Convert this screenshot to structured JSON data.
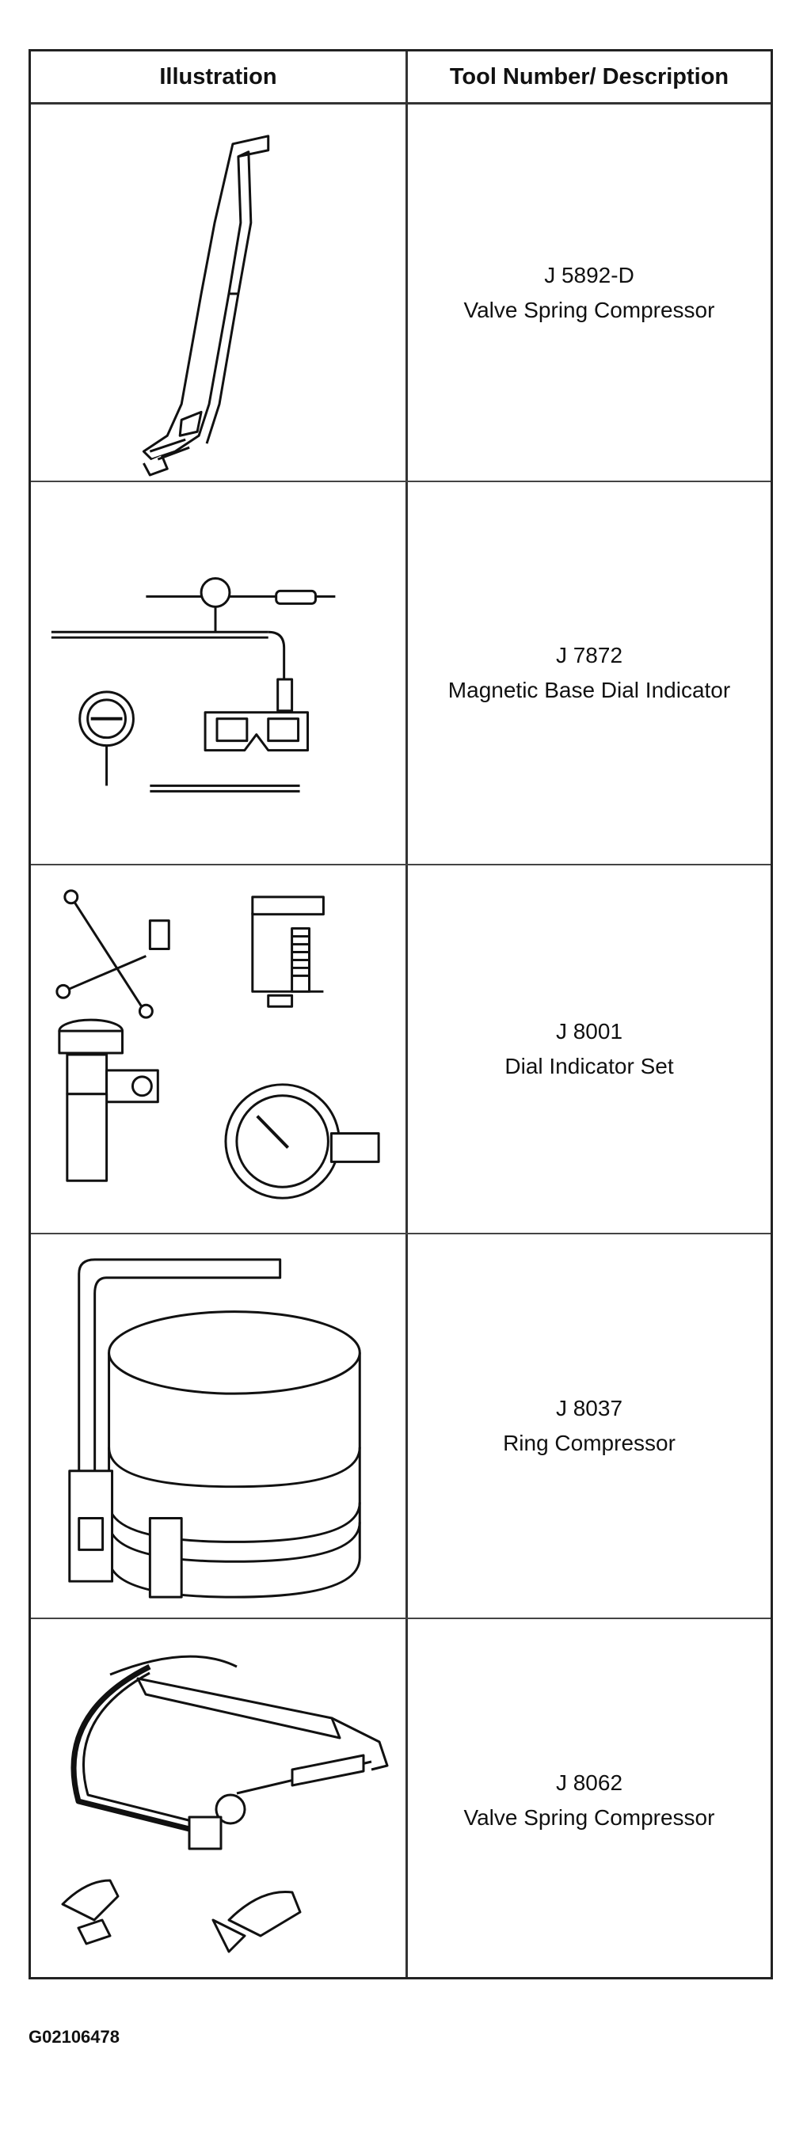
{
  "table": {
    "headers": {
      "illustration": "Illustration",
      "description": "Tool Number/ Description"
    },
    "rows": [
      {
        "number": "J 5892-D",
        "name": "Valve Spring Compressor",
        "illustration_icon": "valve-spring-compressor-icon"
      },
      {
        "number": "J 7872",
        "name": "Magnetic Base Dial Indicator",
        "illustration_icon": "magnetic-base-dial-indicator-icon"
      },
      {
        "number": "J 8001",
        "name": "Dial Indicator Set",
        "illustration_icon": "dial-indicator-set-icon"
      },
      {
        "number": "J 8037",
        "name": "Ring Compressor",
        "illustration_icon": "ring-compressor-icon"
      },
      {
        "number": "J 8062",
        "name": "Valve Spring Compressor",
        "illustration_icon": "valve-spring-compressor-c-clamp-icon"
      }
    ]
  },
  "figure_id": "G02106478"
}
